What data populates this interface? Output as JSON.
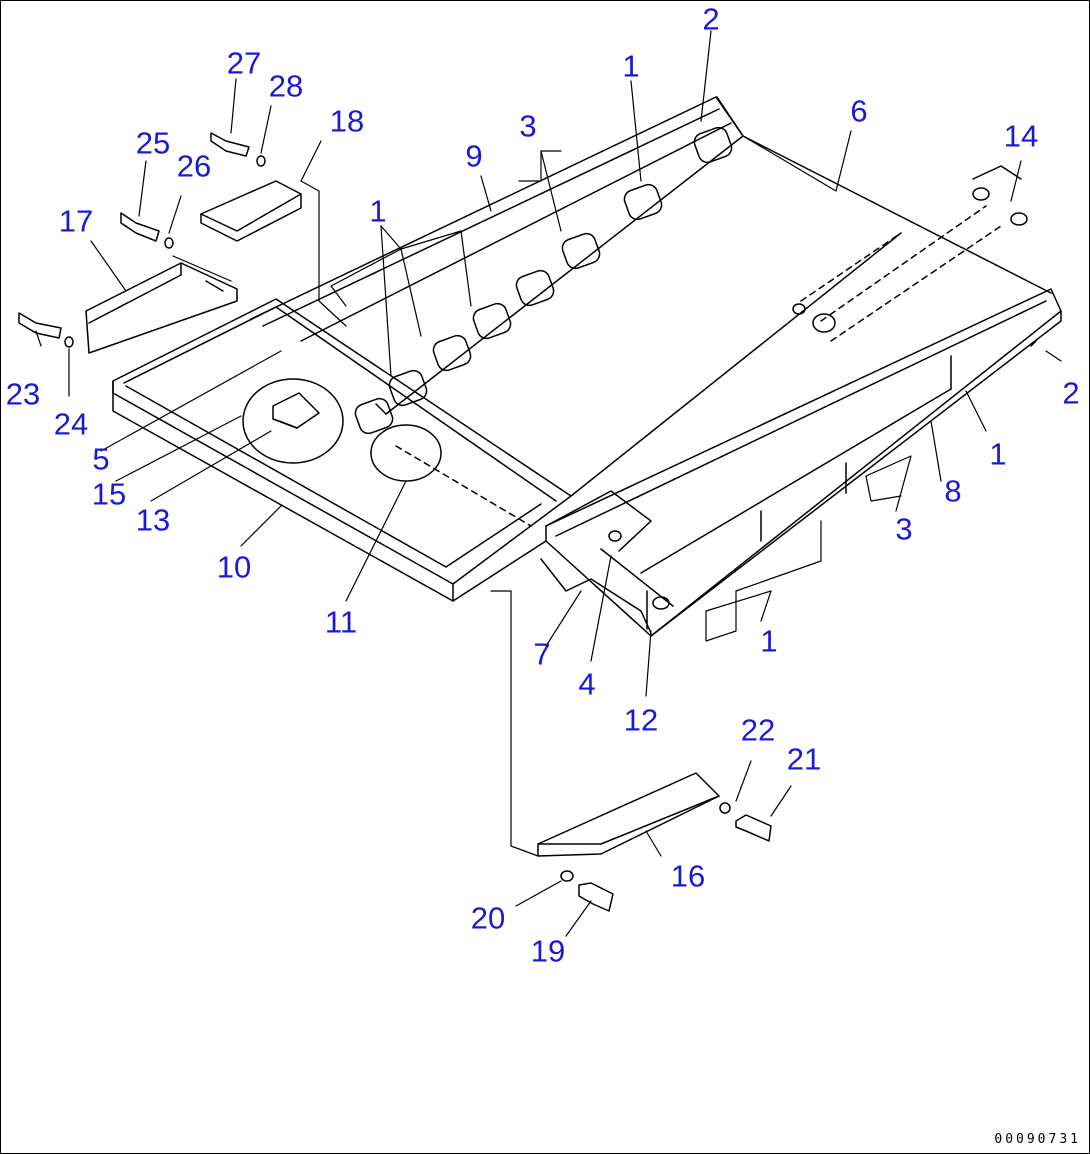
{
  "labels": {
    "l1a": "1",
    "l1b": "1",
    "l1c": "1",
    "l1d": "1",
    "l2a": "2",
    "l2b": "2",
    "l3a": "3",
    "l3b": "3",
    "l4": "4",
    "l5": "5",
    "l6": "6",
    "l7": "7",
    "l8": "8",
    "l9": "9",
    "l10": "10",
    "l11": "11",
    "l12": "12",
    "l13": "13",
    "l14": "14",
    "l15": "15",
    "l16": "16",
    "l17": "17",
    "l18": "18",
    "l19": "19",
    "l20": "20",
    "l21": "21",
    "l22": "22",
    "l23": "23",
    "l24": "24",
    "l25": "25",
    "l26": "26",
    "l27": "27",
    "l28": "28"
  },
  "drawing_code": "00090731",
  "colors": {
    "label": "#1a1ad6",
    "line": "#000000",
    "background": "#ffffff"
  }
}
